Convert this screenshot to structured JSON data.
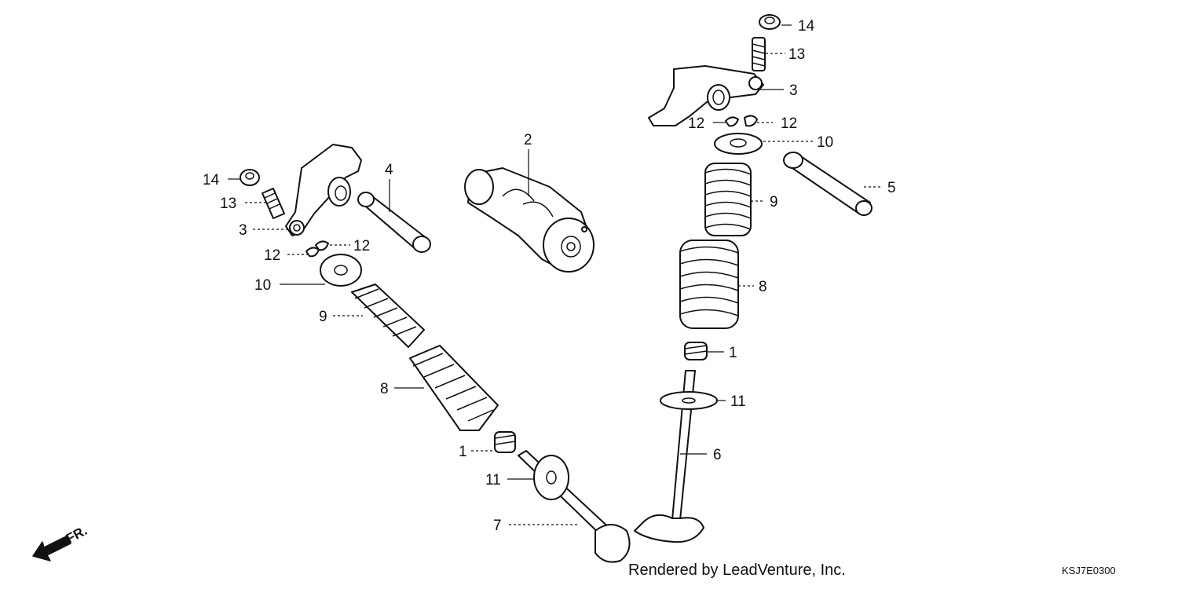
{
  "callouts": {
    "c1a": "1",
    "c1b": "1",
    "c2": "2",
    "c3a": "3",
    "c3b": "3",
    "c4": "4",
    "c5": "5",
    "c6": "6",
    "c7": "7",
    "c8a": "8",
    "c8b": "8",
    "c9a": "9",
    "c9b": "9",
    "c10a": "10",
    "c10b": "10",
    "c11a": "11",
    "c11b": "11",
    "c12a": "12",
    "c12b": "12",
    "c12c": "12",
    "c12d": "12",
    "c13a": "13",
    "c13b": "13",
    "c14a": "14",
    "c14b": "14"
  },
  "front_indicator": "FR.",
  "footer": {
    "rendered_by": "Rendered by LeadVenture, Inc.",
    "diagram_code": "KSJ7E0300"
  }
}
